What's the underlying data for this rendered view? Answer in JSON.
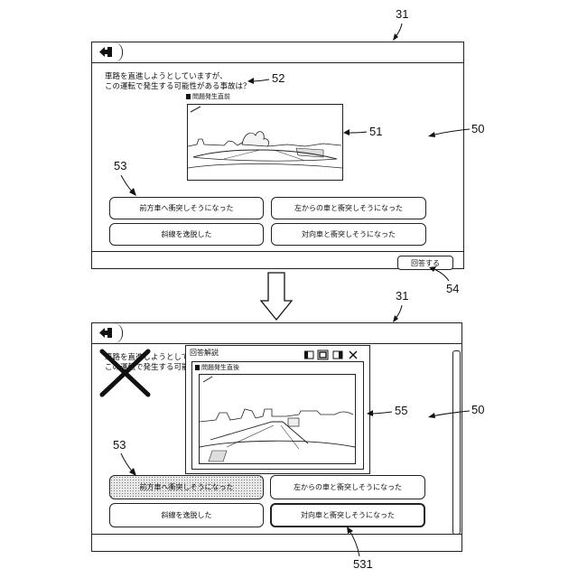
{
  "figure": {
    "top_ref": "31",
    "bottom_ref": "31",
    "frame_ref_top": "50",
    "frame_ref_bottom": "50"
  },
  "screen_top": {
    "question_line1": "車路を直進しようとしていますが、",
    "question_line2": "この運転で発生する可能性がある事故は？",
    "question_ref": "52",
    "image_caption": "問題発生直前",
    "image_ref": "51",
    "answers_ref": "53",
    "answers": [
      {
        "label": "前方車へ衝突しそうになった"
      },
      {
        "label": "左からの車と衝突しそうになった"
      },
      {
        "label": "斜線を逸脱した"
      },
      {
        "label": "対向車と衝突しそうになった"
      }
    ],
    "submit_label": "回答する",
    "submit_ref": "54"
  },
  "screen_bottom": {
    "question_line1": "車路を直進しようとしていますが、",
    "question_line2": "この運転で発生する可能性がある事故は？",
    "popup_title": "回答解説",
    "popup_caption": "問題発生直後",
    "popup_ref": "55",
    "answers_ref": "53",
    "answers": [
      {
        "label": "前方車へ衝突しそうになった"
      },
      {
        "label": "左からの車と衝突しそうになった"
      },
      {
        "label": "斜線を逸脱した"
      },
      {
        "label": "対向車と衝突しそうになった"
      }
    ],
    "selected_ref": "531"
  },
  "icons": [
    "back-icon",
    "cross-mark-icon",
    "down-arrow-icon",
    "window-button-icon",
    "close-icon"
  ]
}
